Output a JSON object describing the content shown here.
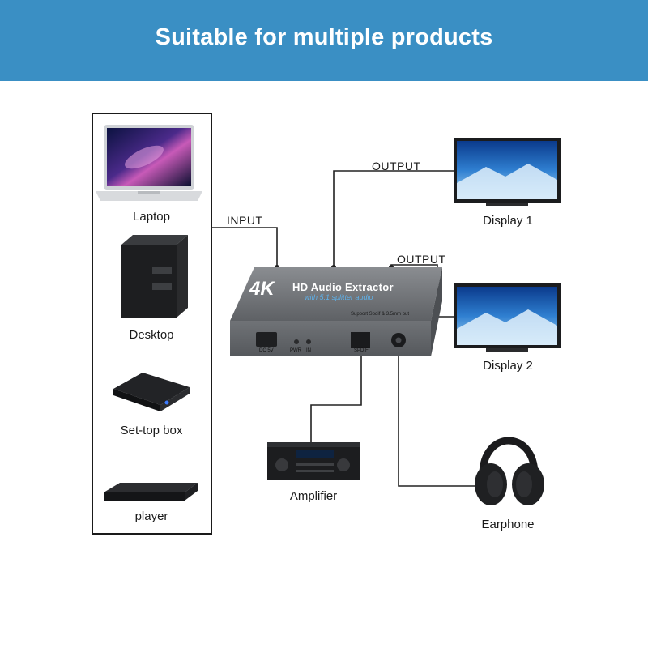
{
  "header": {
    "title": "Suitable for multiple products"
  },
  "sources": {
    "items": [
      {
        "label": "Laptop",
        "icon": "laptop-icon"
      },
      {
        "label": "Desktop",
        "icon": "desktop-tower-icon"
      },
      {
        "label": "Set-top box",
        "icon": "set-top-box-icon"
      },
      {
        "label": "player",
        "icon": "bluray-player-icon"
      }
    ]
  },
  "connections": {
    "input_label": "INPUT",
    "output_label_1": "OUTPUT",
    "output_label_2": "OUTPUT"
  },
  "device": {
    "badge": "4K",
    "title": "HD Audio Extractor",
    "subtitle": "with 5.1 splitter audio",
    "support_text": "Support Spdif & 3.5mm out",
    "ports": {
      "dc": "DC 5V",
      "pwr": "PWR",
      "in": "IN",
      "spdif": "SPDIF"
    }
  },
  "outputs": {
    "display_1": "Display 1",
    "display_2": "Display 2",
    "amplifier": "Amplifier",
    "earphone": "Earphone"
  },
  "colors": {
    "banner": "#3a8fc4",
    "device_body": "#6b6e72",
    "line": "#222222"
  }
}
